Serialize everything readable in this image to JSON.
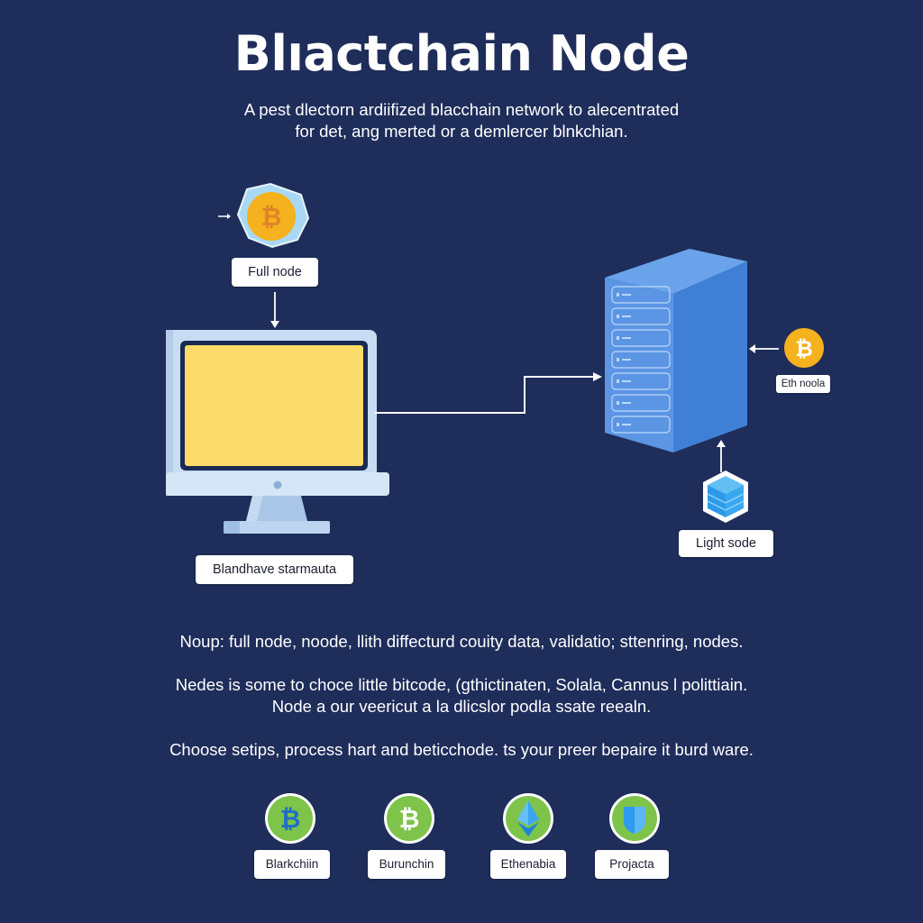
{
  "header": {
    "title": "Blıactchain Node",
    "subtitle_lines": [
      "A pest dlectorn ardiifized blacchain network to alecentrated",
      "for det, ang merted or a demlercer blnkchian."
    ]
  },
  "diagram": {
    "full_node": {
      "label": "Full node",
      "icon": "bitcoin-coin-icon"
    },
    "computer": {
      "label": "Blandhave starmauta",
      "icon": "desktop-monitor-icon"
    },
    "server": {
      "icon": "server-tower-icon"
    },
    "eth_node": {
      "label": "Eth noola",
      "icon": "bitcoin-coin-icon"
    },
    "light_node": {
      "label": "Light sode",
      "icon": "cube-stack-icon"
    }
  },
  "body": {
    "paragraph1": "Noup: full node, noode, llith diffecturd couity data, validatio; sttenring, nodes.",
    "paragraph2_lines": [
      "Nedes is some to choce little bitcode, (gthictinaten, Solala, Cannus l polittiain.",
      "Node a our veericut a la dlicslor podla ssate reealn."
    ],
    "paragraph3": "Choose setips, process hart and beticchode. ts your preer bepaire it burd ware."
  },
  "chains": [
    {
      "label": "Blarkchiin",
      "icon": "bitcoin-blue-icon"
    },
    {
      "label": "Burunchin",
      "icon": "bitcoin-white-icon"
    },
    {
      "label": "Ethenabia",
      "icon": "ethereum-icon"
    },
    {
      "label": "Projacta",
      "icon": "shield-icon"
    }
  ],
  "colors": {
    "background": "#1e2d5a",
    "coin_orange": "#f5b11e",
    "screen_yellow": "#fbdc6a",
    "server_blue": "#4d8de0",
    "chain_green": "#7ec34a"
  }
}
